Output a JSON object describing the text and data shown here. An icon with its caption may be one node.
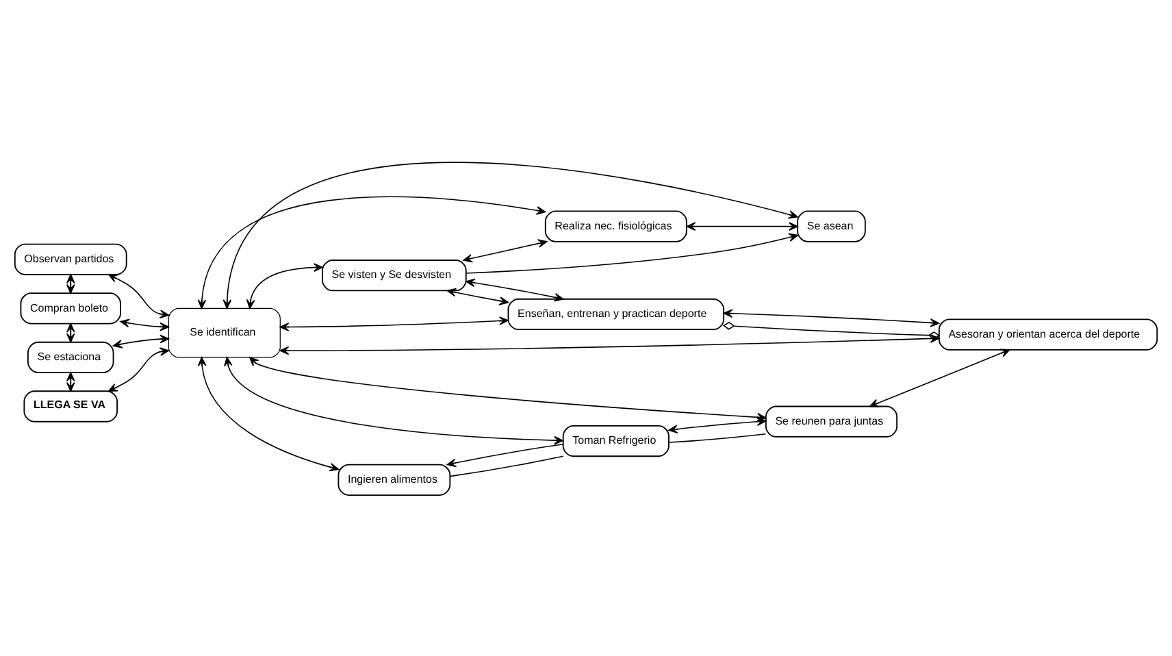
{
  "diagram": {
    "nodes": [
      {
        "text": [
          "Realiza nec. fisiológicas"
        ]
      },
      {
        "text": [
          "Se asean"
        ]
      },
      {
        "text": [
          "Observan partidos"
        ]
      },
      {
        "text": [
          "Se visten y Se desvisten"
        ]
      },
      {
        "text": [
          "Enseñan, entrenan y practican deporte"
        ]
      },
      {
        "text": [
          "Compran boleto"
        ]
      },
      {
        "text": [
          "Se identifican"
        ]
      },
      {
        "text": [
          "Asesoran y orientan acerca del deporte"
        ]
      },
      {
        "text": [
          "Se estaciona"
        ]
      },
      {
        "text": [
          "Ingieren alimentos"
        ]
      },
      {
        "text": [
          "Toman Refrigerio"
        ]
      },
      {
        "text": [
          "Se reunen para juntas"
        ]
      },
      {
        "text": [
          "LLEGA SE VA"
        ]
      }
    ],
    "edges": [
      {
        "from": 0,
        "to": 1,
        "arrow": "both"
      },
      {
        "from": 3,
        "to": 1,
        "arrow": "to"
      },
      {
        "from": 2,
        "to": 5,
        "arrow": "both"
      },
      {
        "from": 5,
        "to": 8,
        "arrow": "both"
      },
      {
        "from": 8,
        "to": 12,
        "arrow": "both"
      },
      {
        "from": 6,
        "to": 0,
        "arrow": "both"
      },
      {
        "from": 6,
        "to": 1,
        "arrow": "both"
      },
      {
        "from": 6,
        "to": 3,
        "arrow": "both"
      },
      {
        "from": 6,
        "to": 2,
        "arrow": "both"
      },
      {
        "from": 6,
        "to": 5,
        "arrow": "both"
      },
      {
        "from": 6,
        "to": 8,
        "arrow": "both"
      },
      {
        "from": 6,
        "to": 12,
        "arrow": "both"
      },
      {
        "from": 6,
        "to": 4,
        "arrow": "both"
      },
      {
        "from": 6,
        "to": 7,
        "arrow": "both"
      },
      {
        "from": 6,
        "to": 9,
        "arrow": "both"
      },
      {
        "from": 6,
        "to": 10,
        "arrow": "both"
      },
      {
        "from": 6,
        "to": 11,
        "arrow": "both"
      },
      {
        "from": 3,
        "to": 4,
        "arrow": "both"
      },
      {
        "from": 4,
        "to": 7,
        "arrow": "other"
      },
      {
        "from": 9,
        "to": 10,
        "arrow": "none"
      },
      {
        "from": 10,
        "to": 11,
        "arrow": "none"
      },
      {
        "from": 10,
        "to": 9,
        "arrow": "to"
      },
      {
        "from": 10,
        "to": 11,
        "arrow": "both"
      },
      {
        "from": 11,
        "to": 7,
        "arrow": "both"
      },
      {
        "from": 7,
        "to": 4,
        "arrow": "both"
      },
      {
        "from": 4,
        "to": 3,
        "arrow": "both"
      },
      {
        "from": 3,
        "to": 0,
        "arrow": "both"
      }
    ]
  }
}
